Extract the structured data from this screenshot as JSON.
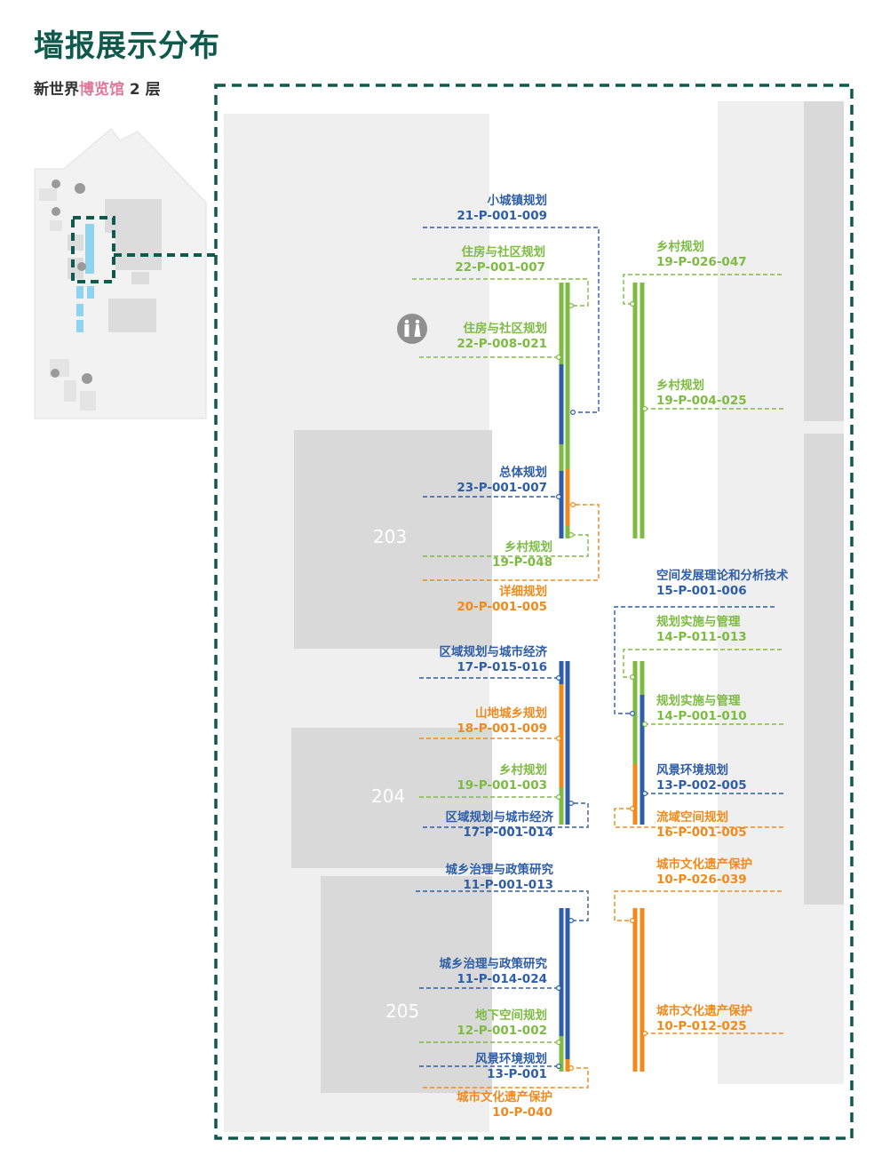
{
  "page": {
    "title": "墙报展示分布",
    "subtitle_pre": "新世界",
    "subtitle_highlight": "博览馆",
    "subtitle_post": " 2 层"
  },
  "colors": {
    "blue": "#2f5ea8",
    "green": "#7dbb43",
    "orange": "#f08a1c",
    "frame": "#0f5a4c",
    "room": "#d9d9d9",
    "floor": "#efefef"
  },
  "icons": {
    "restroom": "restroom-icon",
    "stairs": "stairs-icon",
    "elevator": "elevator-icon"
  },
  "rooms": [
    "203",
    "204",
    "205"
  ],
  "labels": [
    {
      "name": "小城镇规划",
      "code": "21-P-001-009",
      "color": "blue"
    },
    {
      "name": "住房与社区规划",
      "code": "22-P-001-007",
      "color": "green"
    },
    {
      "name": "住房与社区规划",
      "code": "22-P-008-021",
      "color": "green"
    },
    {
      "name": "总体规划",
      "code": "23-P-001-007",
      "color": "blue"
    },
    {
      "name": "乡村规划",
      "code": "19-P-048",
      "color": "green"
    },
    {
      "name": "详细规划",
      "code": "20-P-001-005",
      "color": "orange"
    },
    {
      "name": "区域规划与城市经济",
      "code": "17-P-015-016",
      "color": "blue"
    },
    {
      "name": "山地城乡规划",
      "code": "18-P-001-009",
      "color": "orange"
    },
    {
      "name": "乡村规划",
      "code": "19-P-001-003",
      "color": "green"
    },
    {
      "name": "区域规划与城市经济",
      "code": "17-P-001-014",
      "color": "blue"
    },
    {
      "name": "城乡治理与政策研究",
      "code": "11-P-001-013",
      "color": "blue"
    },
    {
      "name": "城乡治理与政策研究",
      "code": "11-P-014-024",
      "color": "blue"
    },
    {
      "name": "地下空间规划",
      "code": "12-P-001-002",
      "color": "green"
    },
    {
      "name": "风景环境规划",
      "code": "13-P-001",
      "color": "blue"
    },
    {
      "name": "城市文化遗产保护",
      "code": "10-P-040",
      "color": "orange"
    },
    {
      "name": "乡村规划",
      "code": "19-P-026-047",
      "color": "green"
    },
    {
      "name": "乡村规划",
      "code": "19-P-004-025",
      "color": "green"
    },
    {
      "name": "空间发展理论和分析技术",
      "code": "15-P-001-006",
      "color": "blue"
    },
    {
      "name": "规划实施与管理",
      "code": "14-P-011-013",
      "color": "green"
    },
    {
      "name": "规划实施与管理",
      "code": "14-P-001-010",
      "color": "green"
    },
    {
      "name": "风景环境规划",
      "code": "13-P-002-005",
      "color": "blue"
    },
    {
      "name": "流域空间规划",
      "code": "16-P-001-005",
      "color": "orange"
    },
    {
      "name": "城市文化遗产保护",
      "code": "10-P-026-039",
      "color": "orange"
    },
    {
      "name": "城市文化遗产保护",
      "code": "10-P-012-025",
      "color": "orange"
    }
  ]
}
